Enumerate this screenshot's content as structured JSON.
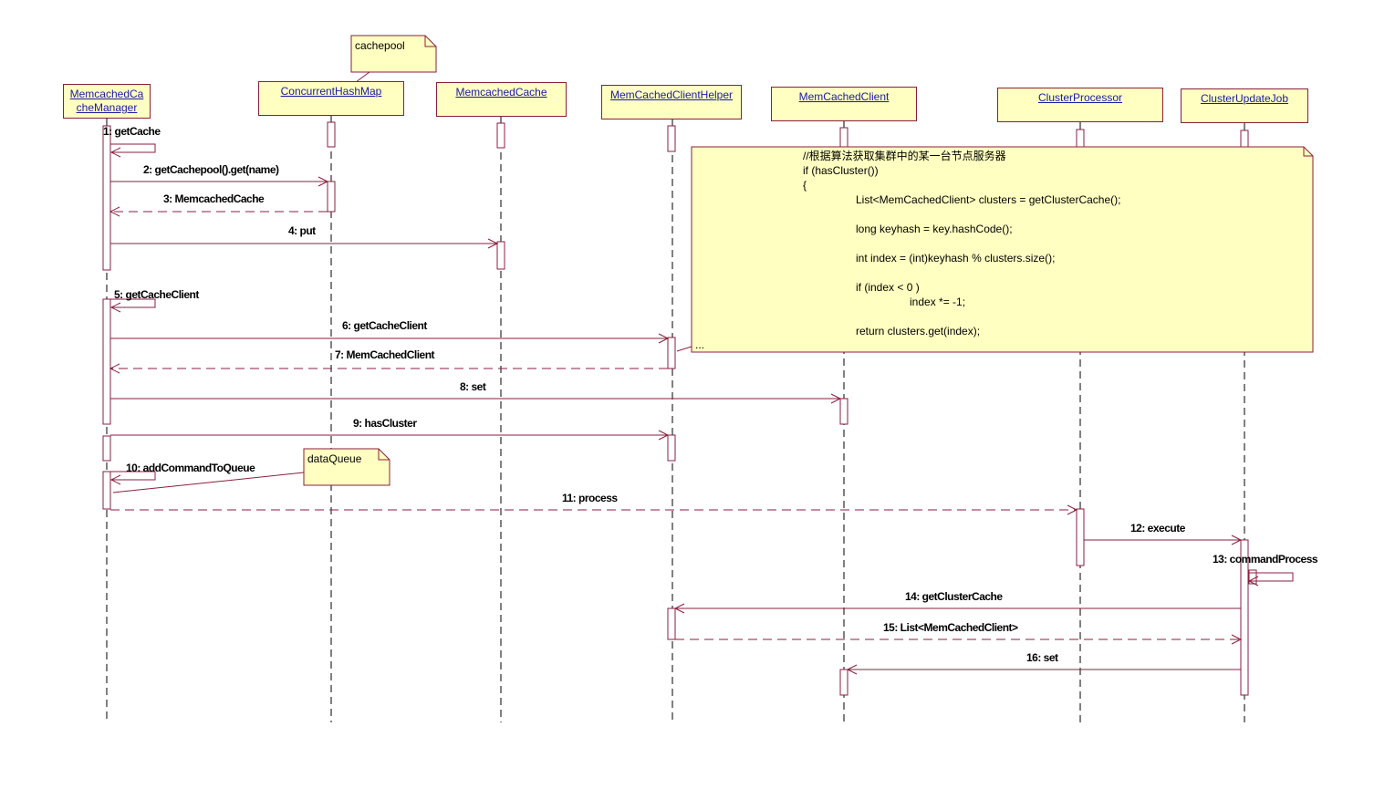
{
  "colors": {
    "line": "#8a1f3c",
    "fill": "#ffffc1",
    "object_text": "#1a1aa8"
  },
  "objects": {
    "cache_manager": "MemcachedCa cheManager",
    "concurrent_hash_map": "ConcurrentHashMap",
    "memcached_cache": "MemcachedCache",
    "client_helper": "MemCachedClientHelper",
    "memcached_client": "MemCachedClient",
    "cluster_processor": "ClusterProcessor",
    "cluster_update_job": "ClusterUpdateJob"
  },
  "notes": {
    "cachepool": "cachepool",
    "data_queue": "dataQueue",
    "code": {
      "line1": "//根据算法获取集群中的某一台节点服务器",
      "line2": "if (hasCluster())",
      "line3": "{",
      "line4": "List<MemCachedClient> clusters = getClusterCache();",
      "line5": "long keyhash = key.hashCode();",
      "line6": "int index = (int)keyhash % clusters.size();",
      "line7": "if (index < 0 )",
      "line8": "index *= -1;",
      "line9": "return clusters.get(index);",
      "ellipsis": "..."
    }
  },
  "messages": {
    "m1": "1: getCache",
    "m2": "2: getCachepool().get(name)",
    "m3": "3: MemcachedCache",
    "m4": "4: put",
    "m5": "5: getCacheClient",
    "m6": "6: getCacheClient",
    "m7": "7: MemCachedClient",
    "m8": "8: set",
    "m9": "9: hasCluster",
    "m10": "10: addCommandToQueue",
    "m11": "11: process",
    "m12": "12: execute",
    "m13": "13: commandProcess",
    "m14": "14: getClusterCache",
    "m15": "15: List<MemCachedClient>",
    "m16": "16: set"
  }
}
